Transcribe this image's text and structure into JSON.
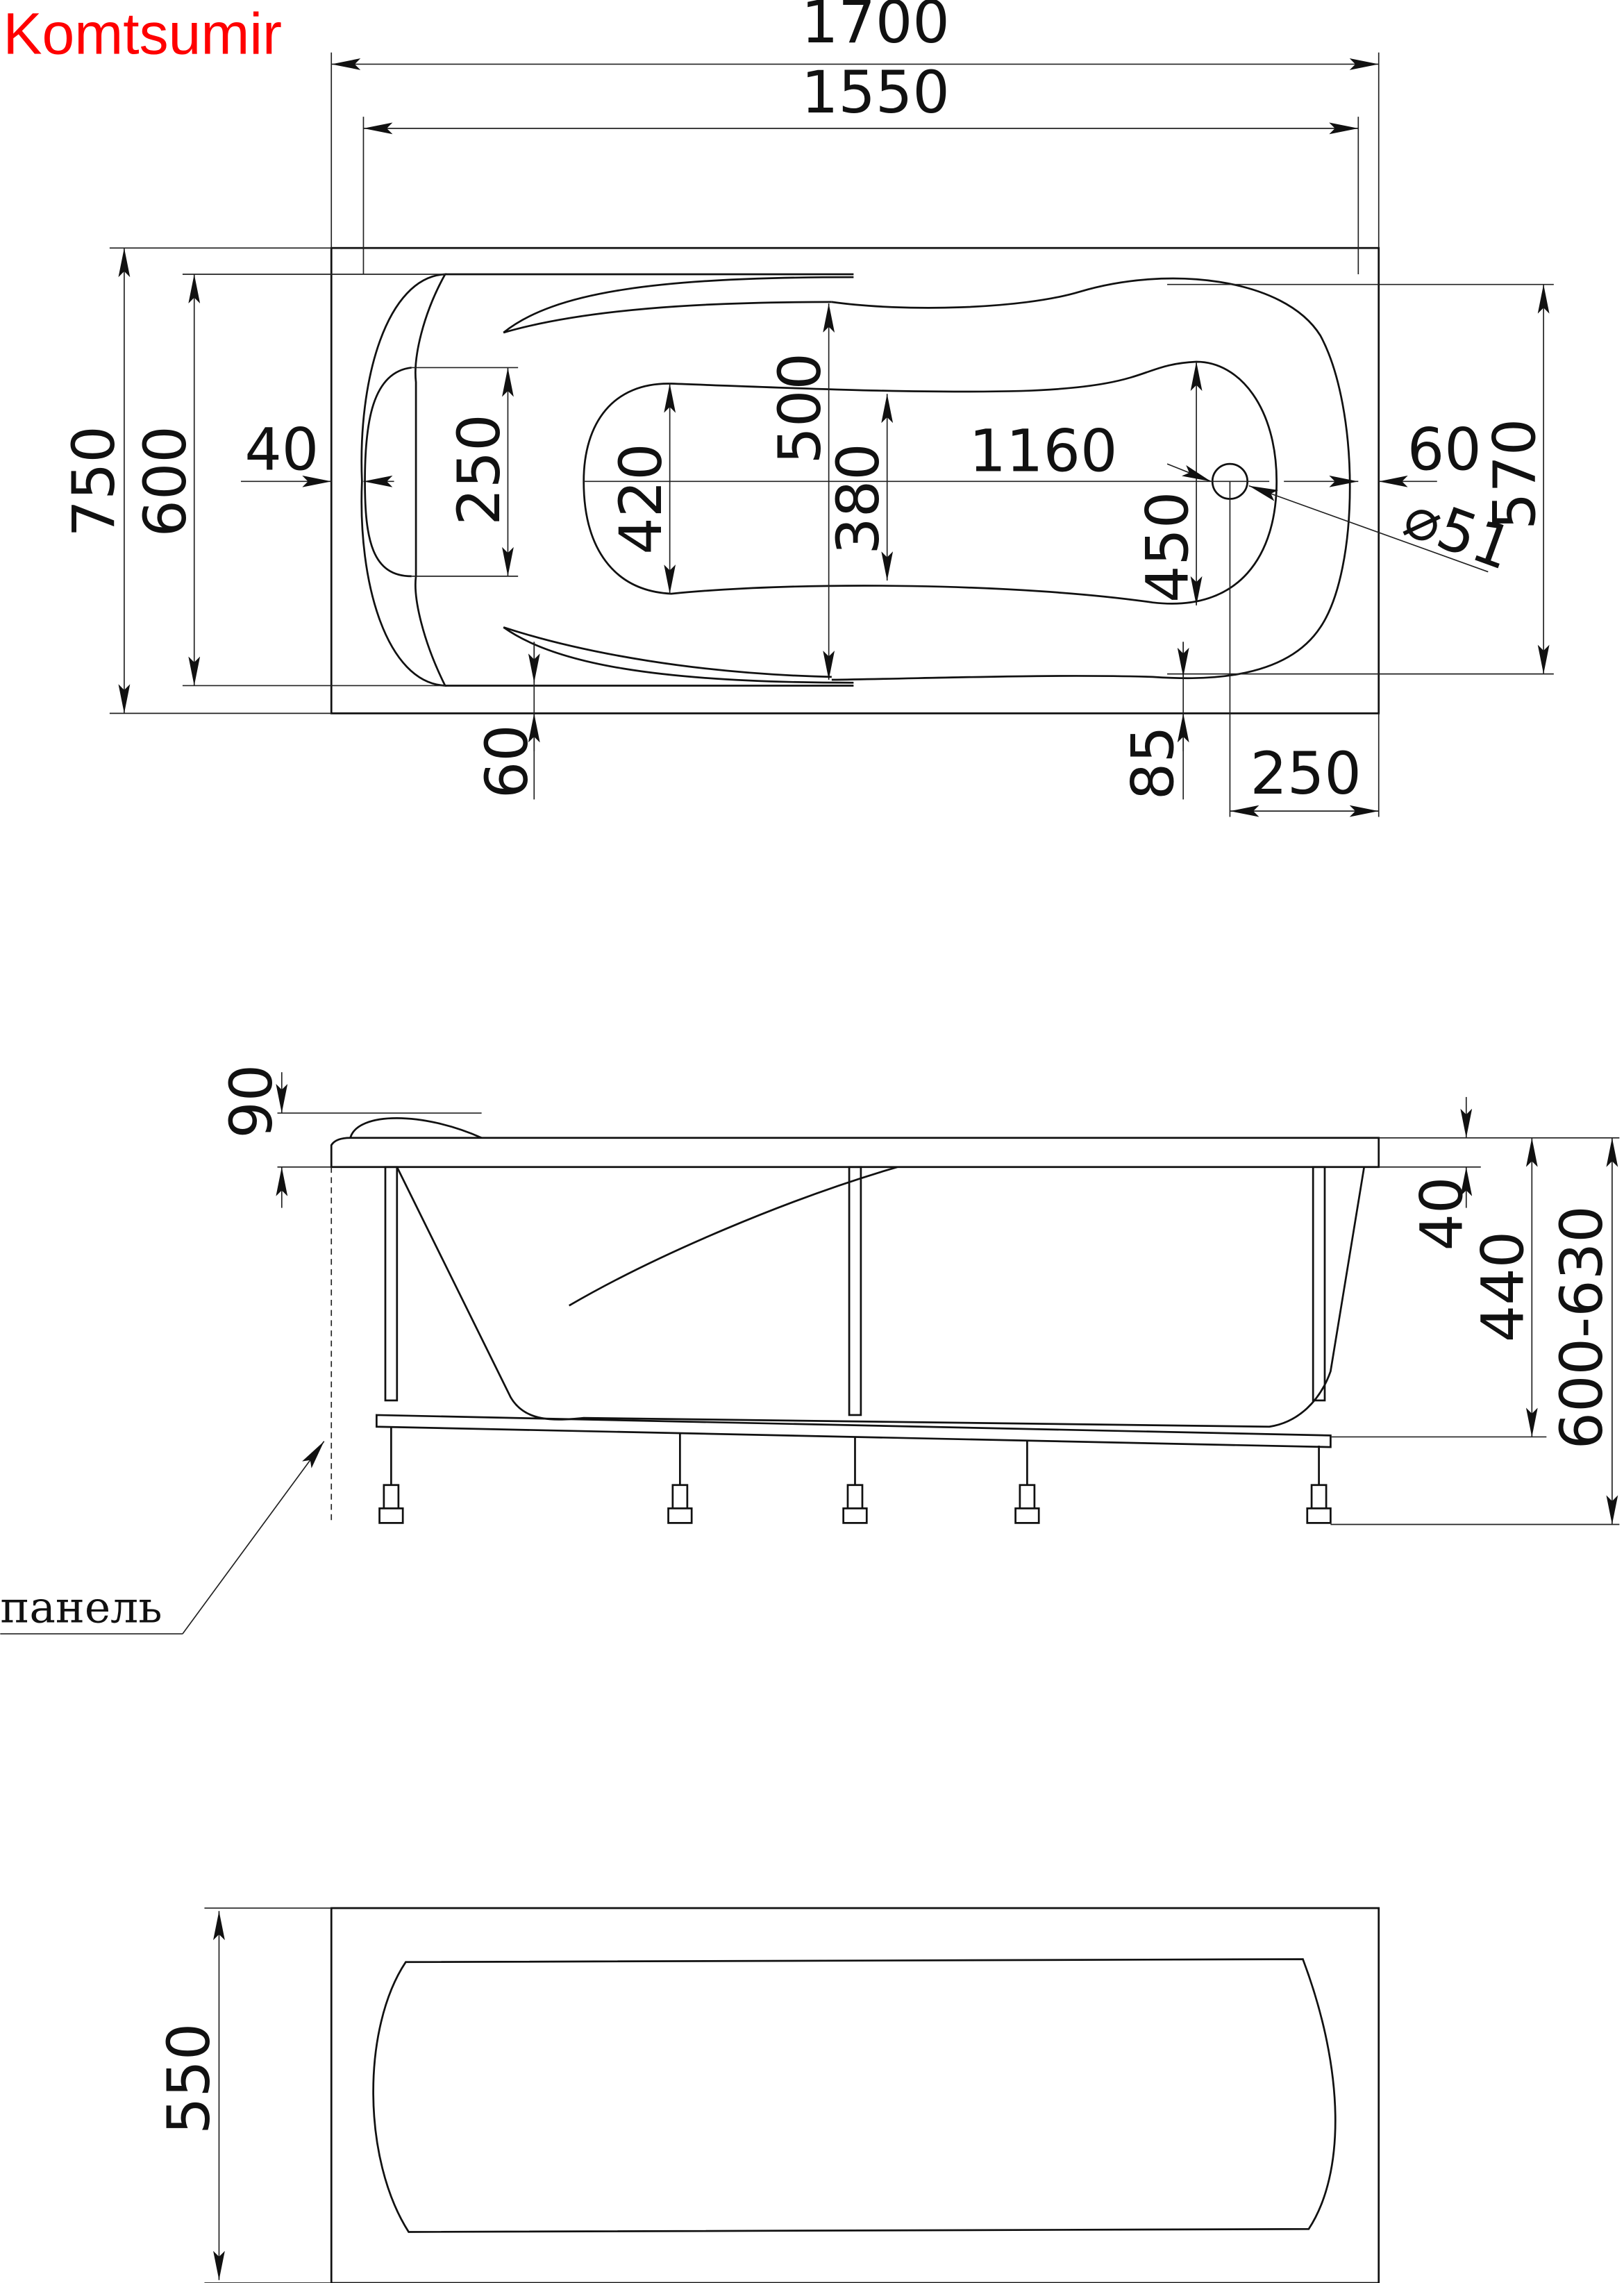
{
  "brand": "Komtsumir",
  "top_view": {
    "overall_length": "1700",
    "inner_length": "1550",
    "overall_width": "750",
    "inner_width": "600",
    "headrest_offset": "40",
    "headrest_width": "250",
    "bowl_width_head": "420",
    "armrest_width": "500",
    "bowl_waist": "380",
    "bowl_length": "1160",
    "bowl_width_foot": "450",
    "drain_offset": "60",
    "drain_diameter": "⌀51",
    "foot_width": "570",
    "armrest_offset": "60",
    "drain_edge_offset": "85",
    "drain_center_from_end": "250"
  },
  "side_view": {
    "headrest_height": "90",
    "rim_thickness": "40",
    "tub_depth": "440",
    "total_height": "600-630",
    "panel_label": "панель"
  },
  "panel_view": {
    "panel_height": "550"
  }
}
